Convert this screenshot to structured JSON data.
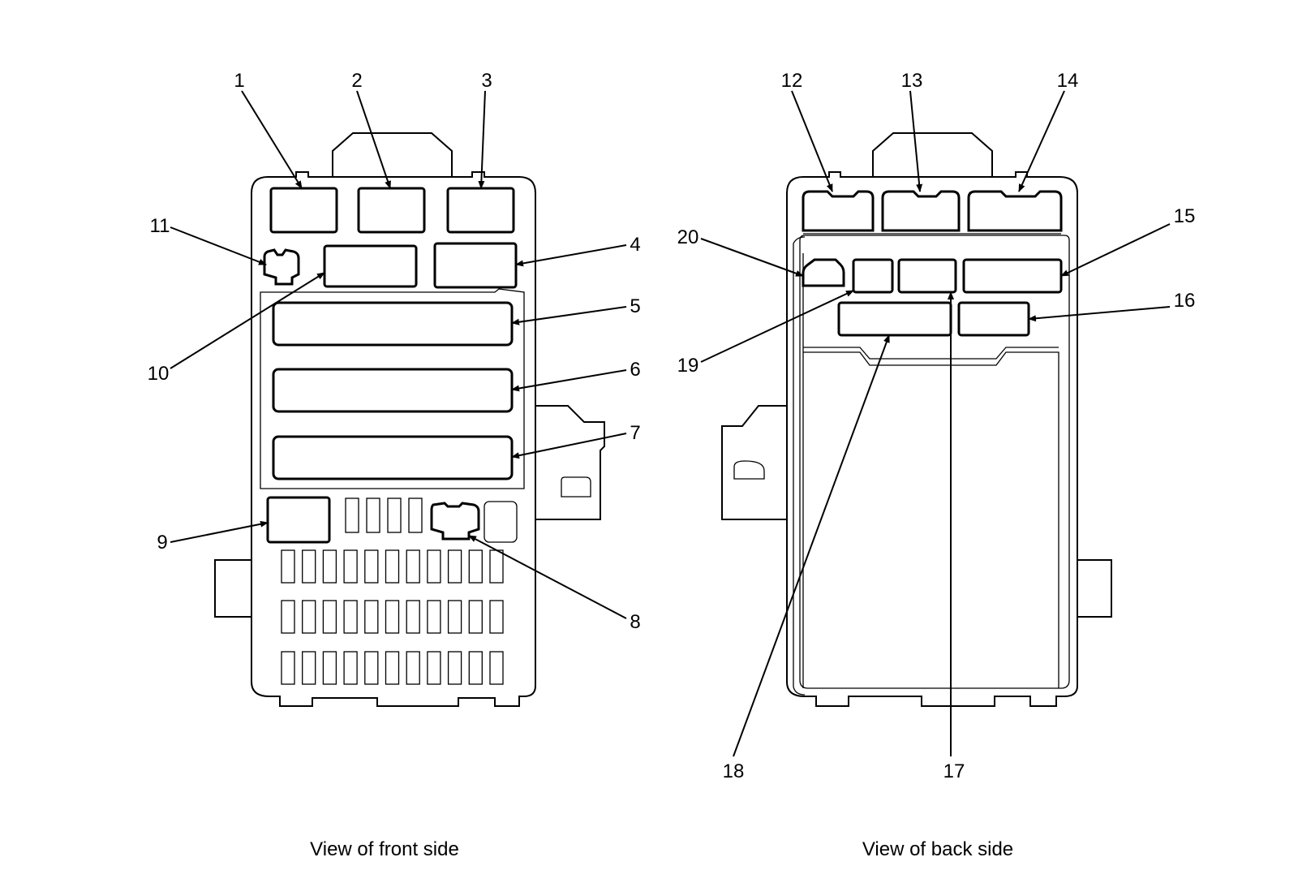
{
  "front": {
    "caption": "View of front side",
    "callouts": [
      "1",
      "2",
      "3",
      "4",
      "5",
      "6",
      "7",
      "8",
      "9",
      "10",
      "11"
    ]
  },
  "back": {
    "caption": "View of back side",
    "callouts": [
      "12",
      "13",
      "14",
      "15",
      "16",
      "17",
      "18",
      "19",
      "20"
    ]
  },
  "colors": {
    "ink": "#000000",
    "paper": "#ffffff"
  }
}
